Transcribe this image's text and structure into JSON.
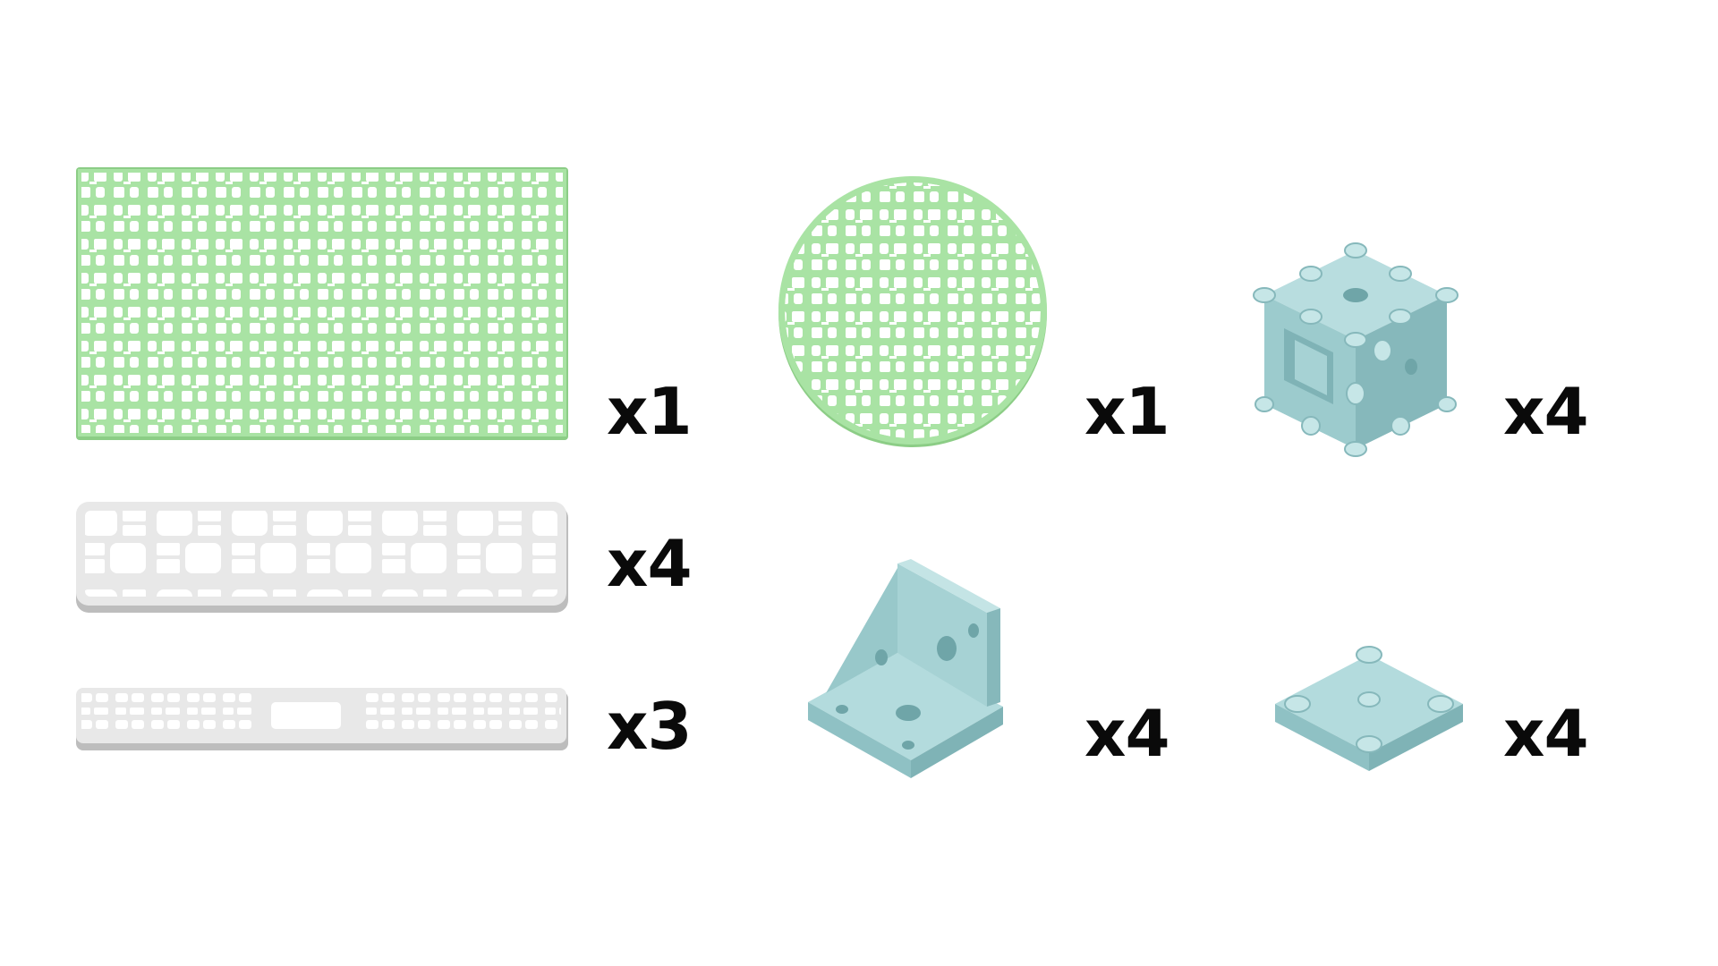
{
  "colors": {
    "background": "#ffffff",
    "green_plate": "#a9e3a4",
    "green_plate_edge": "#8ccd86",
    "grey_plate": "#e8e8e8",
    "grey_plate_edge": "#bdbdbd",
    "teal_part": "#a6d2d4",
    "teal_part_dark": "#86b8bb",
    "quantity_text": "#0a0a0a"
  },
  "parts": [
    {
      "name": "large rectangular grid plate",
      "color": "green",
      "icon": "rect-grid-plate-icon",
      "quantity": "x1"
    },
    {
      "name": "long grid strip",
      "color": "grey",
      "icon": "grid-strip-icon",
      "quantity": "x4"
    },
    {
      "name": "narrow strip with slot",
      "color": "grey",
      "icon": "slotted-strip-icon",
      "quantity": "x3"
    },
    {
      "name": "round grid plate",
      "color": "green",
      "icon": "round-grid-plate-icon",
      "quantity": "x1"
    },
    {
      "name": "corner bracket",
      "color": "teal",
      "icon": "corner-bracket-icon",
      "quantity": "x4"
    },
    {
      "name": "connector cube",
      "color": "teal",
      "icon": "connector-cube-icon",
      "quantity": "x4"
    },
    {
      "name": "square base connector",
      "color": "teal",
      "icon": "square-base-icon",
      "quantity": "x4"
    }
  ]
}
